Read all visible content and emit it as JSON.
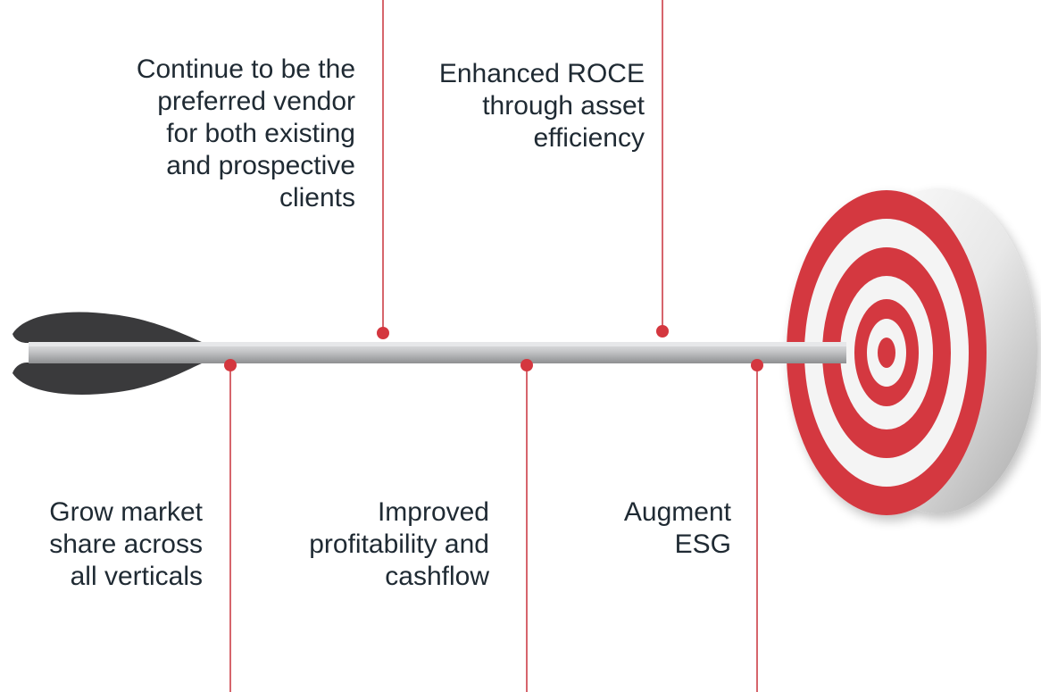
{
  "diagram": {
    "milestones_above": [
      {
        "id": "preferred-vendor",
        "lines": [
          "Continue to be the",
          "preferred vendor",
          "for both existing",
          "and prospective",
          "clients"
        ]
      },
      {
        "id": "enhanced-roce",
        "lines": [
          "Enhanced ROCE",
          "through asset",
          "efficiency"
        ]
      }
    ],
    "milestones_below": [
      {
        "id": "grow-market-share",
        "lines": [
          "Grow market",
          "share across",
          "all verticals"
        ]
      },
      {
        "id": "improved-profitability",
        "lines": [
          "Improved",
          "profitability and",
          "cashflow"
        ]
      },
      {
        "id": "augment-esg",
        "lines": [
          "Augment",
          "ESG"
        ]
      }
    ],
    "colors": {
      "accent_red": "#d4373f",
      "line_red": "#c8323b",
      "text": "#1f2a33",
      "arrow_shaft": "#c9cacc",
      "fletching": "#3a3a3c",
      "target_white": "#f4f4f4"
    }
  }
}
